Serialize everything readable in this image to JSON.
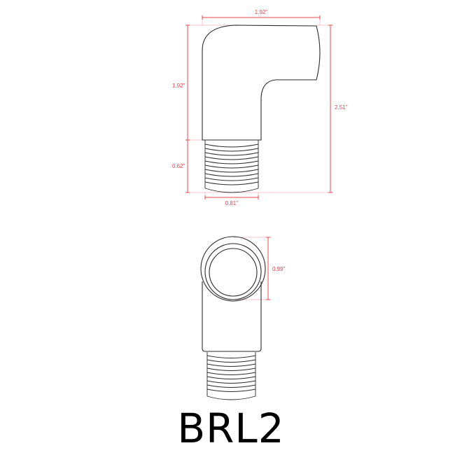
{
  "title": "BRL2",
  "colors": {
    "outline": "#2a2a2a",
    "dimension": "#e8474f",
    "extension": "#f4b3b6",
    "background": "#ffffff"
  },
  "side_view": {
    "dimensions": {
      "top_width": "1.92\"",
      "body_height": "1.92\"",
      "overall_height": "2.51\"",
      "thread_height": "0.62\"",
      "thread_width": "0.81\""
    }
  },
  "end_view": {
    "dimensions": {
      "outlet_diameter": "0.99\""
    }
  }
}
